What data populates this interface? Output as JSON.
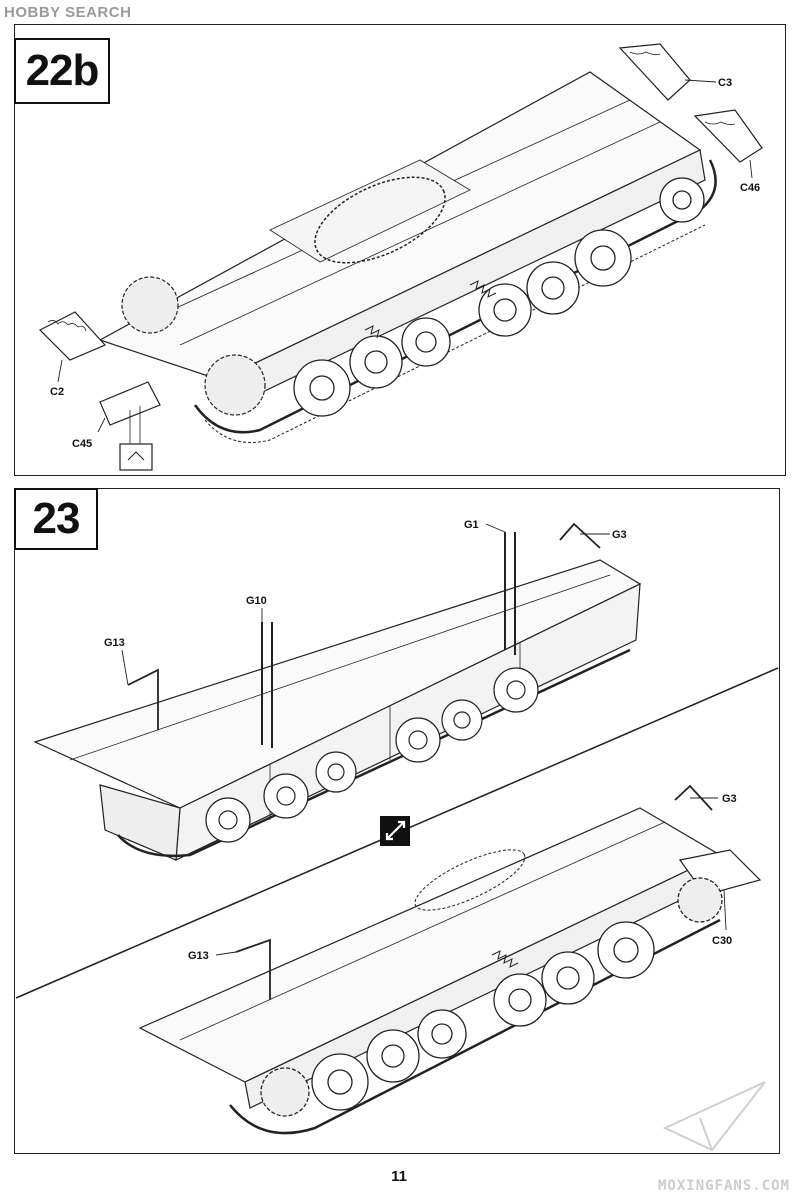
{
  "watermark_top": "HOBBY SEARCH",
  "steps": [
    {
      "id": "22b",
      "label": "22b"
    },
    {
      "id": "23",
      "label": "23"
    }
  ],
  "callouts_22b": {
    "c3": "C3",
    "c46": "C46",
    "c2": "C2",
    "c45": "C45"
  },
  "callouts_23": {
    "g1": "G1",
    "g3_upper": "G3",
    "g10": "G10",
    "g13_upper": "G13",
    "g3_lower": "G3",
    "g13_lower": "G13",
    "c30": "C30"
  },
  "page_number": "11",
  "watermark_bottom": "MOXINGFANS.COM"
}
